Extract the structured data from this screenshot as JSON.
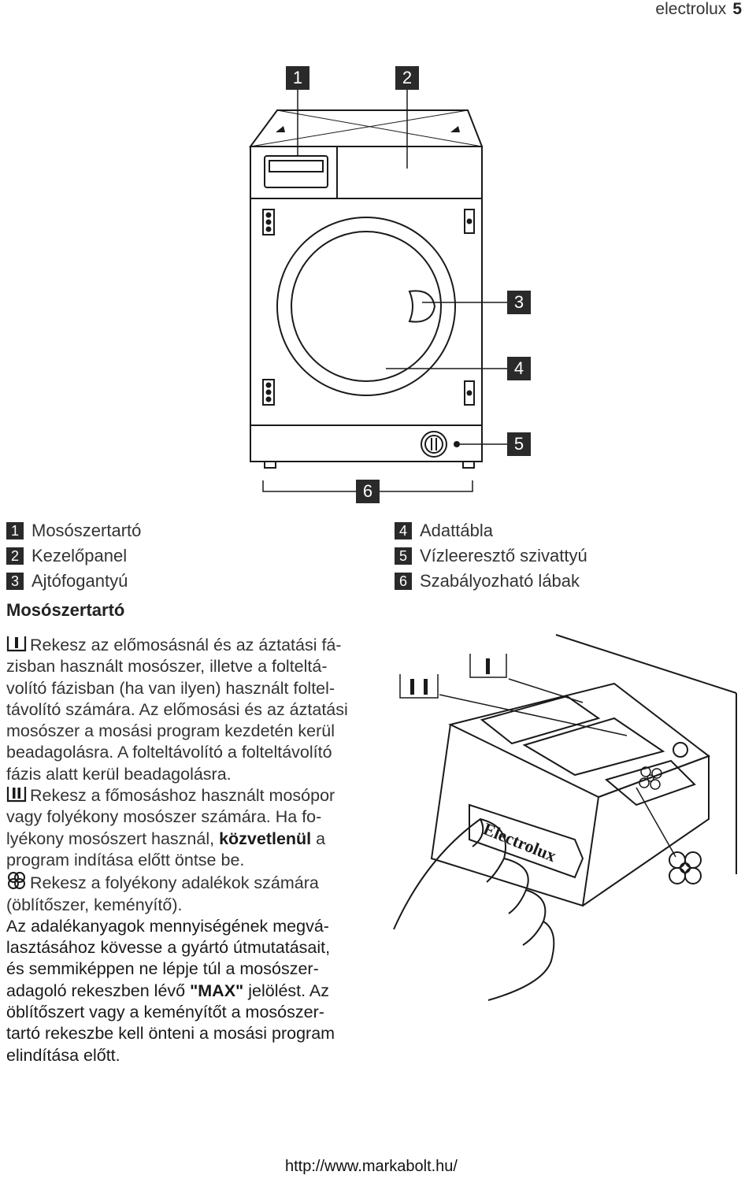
{
  "header": {
    "brand": "electrolux",
    "page_number": "5"
  },
  "figure_callouts": [
    "1",
    "2",
    "3",
    "4",
    "5",
    "6"
  ],
  "legend": {
    "left": [
      {
        "num": "1",
        "label": "Mosószertartó"
      },
      {
        "num": "2",
        "label": "Kezelőpanel"
      },
      {
        "num": "3",
        "label": "Ajtófogantyú"
      }
    ],
    "right": [
      {
        "num": "4",
        "label": "Adattábla"
      },
      {
        "num": "5",
        "label": "Vízleeresztő szivattyú"
      },
      {
        "num": "6",
        "label": "Szabályozható lábak"
      }
    ]
  },
  "section": {
    "title": "Mosószertartó",
    "p1_lines": [
      "Rekesz az előmosásnál és az áztatási fá-",
      "zisban használt mosószer, illetve a folteltá-",
      "volító fázisban (ha van ilyen) használt foltel-",
      "távolító számára. Az előmosási és az áztatási",
      "mosószer a mosási program kezdetén kerül",
      "beadagolásra. A folteltávolító a folteltávolító",
      "fázis alatt kerül beadagolásra."
    ],
    "p2_lines": [
      "Rekesz a főmosáshoz használt mosópor",
      "vagy folyékony mosószer számára. Ha fo-"
    ],
    "p2_l3_pre": "lyékony mosószert használ, ",
    "p2_l3_bold": "közvetlenül",
    "p2_l3_post": " a",
    "p2_l4": "program indítása előtt öntse be.",
    "p3_lines": [
      "Rekesz a folyékony adalékok számára",
      "(öblítőszer, keményítő)."
    ],
    "p4_lines": [
      "Az adalékanyagok mennyiségének megvá-",
      "lasztásához kövesse a gyártó útmutatásait,",
      "és semmiképpen ne lépje túl a mosószer-"
    ],
    "p4_l4_pre": "adagoló rekeszben lévő ",
    "p4_l4_bold": "\"MAX\"",
    "p4_l4_post": " jelölést. Az",
    "p4_tail_lines": [
      "öblítőszert vagy a keményítőt a mosószer-",
      "tartó rekeszbe kell önteni a mosási program",
      "elindítása előtt."
    ]
  },
  "drawer": {
    "label_one": "I",
    "label_two": "II",
    "brand_text": "Electrolux"
  },
  "footer": {
    "url": "http://www.markabolt.hu/"
  }
}
